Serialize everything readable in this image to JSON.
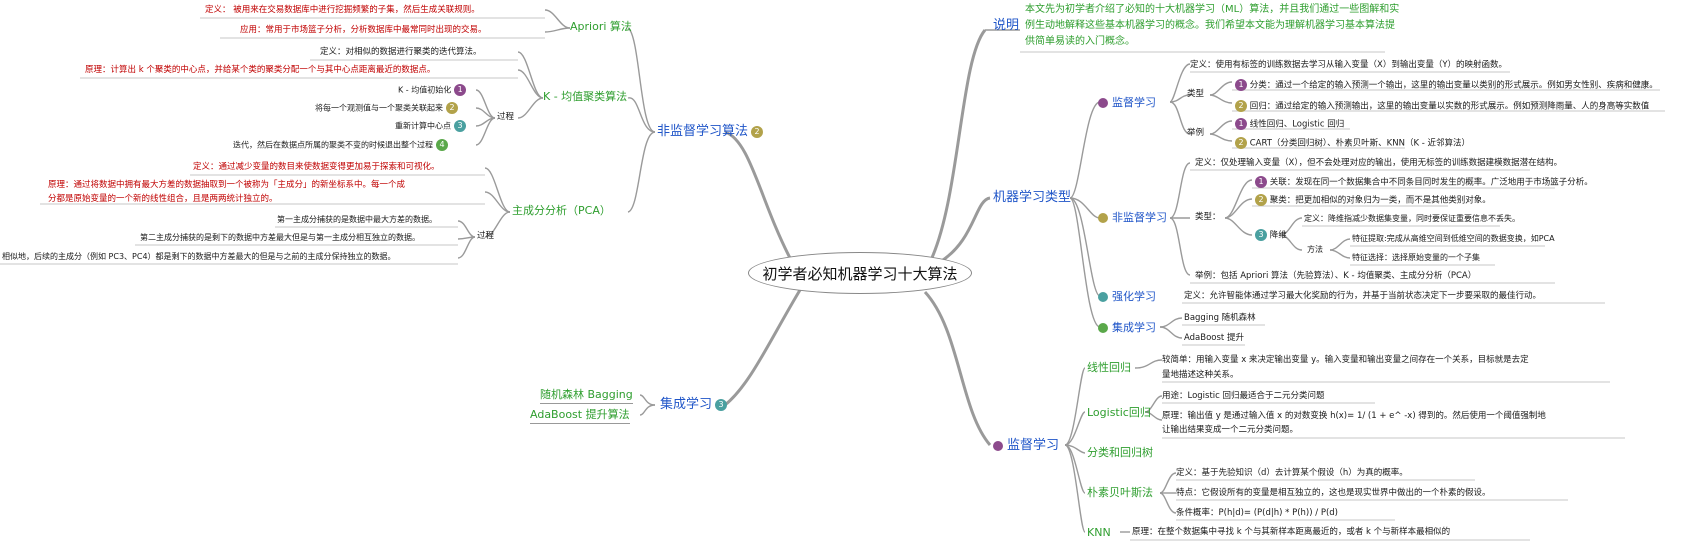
{
  "center": "初学者必知机器学习十大算法",
  "intro": {
    "label": "说明",
    "text": [
      "本文先为初学者介绍了必知的十大机器学习（ML）算法，并且我们通过一些图解和实",
      "例生动地解释这些基本机器学习的概念。我们希望本文能为理解机器学习基本算法提",
      "供简单易读的入门概念。"
    ]
  },
  "types": {
    "label": "机器学习类型",
    "supervised": {
      "label": "监督学习",
      "def": "定义：使用有标签的训练数据去学习从输入变量（X）到输出变量（Y）的映射函数。",
      "type_label": "类型",
      "cls": "分类：通过一个给定的输入预测一个输出，这里的输出变量以类别的形式展示。例如男女性别、疾病和健康。",
      "reg": "回归：通过给定的输入预测输出，这里的输出变量以实数的形式展示。例如预测降雨量、人的身高等实数值",
      "ex_label": "举例",
      "ex1": "线性回归、Logistic 回归",
      "ex2": "CART（分类回归树）、朴素贝叶斯、KNN（K - 近邻算法）"
    },
    "unsupervised": {
      "label": "非监督学习",
      "def": "定义：仅处理输入变量（X），但不会处理对应的输出，使用无标签的训练数据建模数据潜在结构。",
      "type_label": "类型：",
      "assoc": "关联：发现在同一个数据集合中不同条目同时发生的概率。广泛地用于市场篮子分析。",
      "cluster": "聚类：把更加相似的对象归为一类，而不是其他类别对象。",
      "dim_label": "降维",
      "dim_def": "定义：降维指减少数据集变量，同时要保证重要信息不丢失。",
      "method_label": "方法",
      "m1": "特征提取:完成从高维空间到低维空间的数据变换，如PCA",
      "m2": "特征选择：选择原始变量的一个子集",
      "ex": "举例：包括 Apriori 算法（先验算法）、K - 均值聚类、主成分分析（PCA）"
    },
    "reinforcement": {
      "label": "强化学习",
      "def": "定义：允许智能体通过学习最大化奖励的行为，并基于当前状态决定下一步要采取的最佳行动。"
    },
    "ensemble": {
      "label": "集成学习",
      "items": [
        "Bagging 随机森林",
        "AdaBoost 提升"
      ]
    }
  },
  "supervised_algos": {
    "label": "监督学习",
    "linear": {
      "label": "线性回归",
      "text": [
        "较简单：用输入变量 x 来决定输出变量 y。输入变量和输出变量之间存在一个关系，目标就是去定",
        "量地描述这种关系。"
      ]
    },
    "logistic": {
      "label": "Logistic回归",
      "use": "用途：Logistic 回归最适合于二元分类问题",
      "principle": [
        "原理：输出值 y 是通过输入值 x 的对数变换 h(x)= 1/ (1 + e^ -x) 得到的。然后使用一个阈值强制地",
        "让输出结果变成一个二元分类问题。"
      ]
    },
    "tree": {
      "label": "分类和回归树"
    },
    "bayes": {
      "label": "朴素贝叶斯法",
      "def": "定义：基于先验知识（d）去计算某个假设（h）为真的概率。",
      "feat": "特点：它假设所有的变量是相互独立的，这也是现实世界中做出的一个朴素的假设。",
      "cond": "条件概率：P(h|d)= (P(d|h) * P(h)) / P(d)"
    },
    "knn": {
      "label": "KNN",
      "text": "原理：在整个数据集中寻找 k 个与其新样本距离最近的，或者 k 个与新样本最相似的"
    }
  },
  "unsup_algos": {
    "label": "非监督学习算法",
    "apriori": {
      "label": "Apriori 算法",
      "def": "定义：  被用来在交易数据库中进行挖掘频繁的子集，然后生成关联规则。",
      "use": "应用：常用于市场篮子分析，分析数据库中最常同时出现的交易。"
    },
    "kmeans": {
      "label": "K - 均值聚类算法",
      "def": "定义：对相似的数据进行聚类的迭代算法。",
      "principle": "原理：计算出 k 个聚类的中心点，并给某个类的聚类分配一个与其中心点距离最近的数据点。",
      "process_label": "过程",
      "s1": "K - 均值初始化",
      "s2": "将每一个观测值与一个聚类关联起来",
      "s3": "重新计算中心点",
      "s4": "迭代，然后在数据点所属的聚类不变的时候退出整个过程"
    },
    "pca": {
      "label": "主成分分析（PCA）",
      "def": "定义：通过减少变量的数目来使数据变得更加易于探索和可视化。",
      "principle": [
        "原理：通过将数据中拥有最大方差的数据抽取到一个被称为「主成分」的新坐标系中。每一个成",
        "分都是原始变量的一个新的线性组合，且是两两统计独立的。"
      ],
      "process_label": "过程",
      "p1": "第一主成分捕获的是数据中最大方差的数据。",
      "p2": "第二主成分捕获的是剩下的数据中方差最大但是与第一主成分相互独立的数据。",
      "p3": "相似地，后续的主成分（例如 PC3、PC4）都是剩下的数据中方差最大的但是与之前的主成分保持独立的数据。"
    }
  },
  "ensemble_algos": {
    "label": "集成学习",
    "items": [
      "随机森林 Bagging",
      "AdaBoost 提升算法"
    ]
  },
  "badges": {
    "one": "1",
    "two": "2",
    "three": "3",
    "four": "4"
  }
}
